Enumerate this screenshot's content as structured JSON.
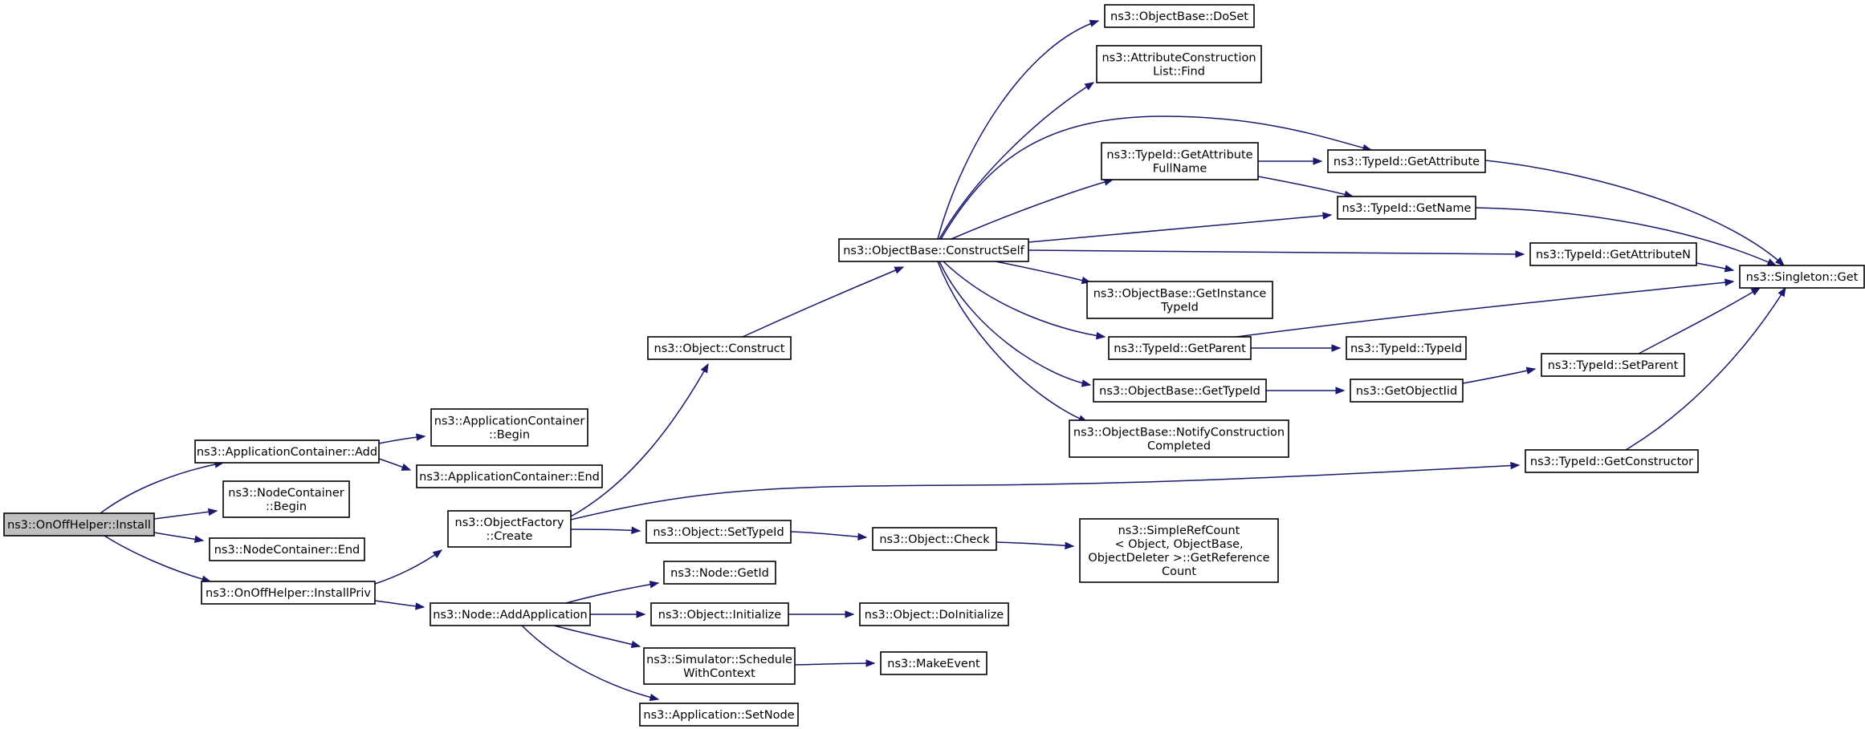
{
  "diagram": {
    "type": "call-graph",
    "colors": {
      "edge": "#191970",
      "root_fill": "#bfbfbf",
      "node_fill": "#ffffff",
      "node_border": "#000000"
    },
    "nodes": [
      {
        "id": "install",
        "lines": [
          "ns3::OnOffHelper::Install"
        ],
        "root": true
      },
      {
        "id": "appc_add",
        "lines": [
          "ns3::ApplicationContainer::Add"
        ]
      },
      {
        "id": "nodec_begin",
        "lines": [
          "ns3::NodeContainer",
          "::Begin"
        ]
      },
      {
        "id": "nodec_end",
        "lines": [
          "ns3::NodeContainer::End"
        ]
      },
      {
        "id": "install_priv",
        "lines": [
          "ns3::OnOffHelper::InstallPriv"
        ]
      },
      {
        "id": "appc_begin",
        "lines": [
          "ns3::ApplicationContainer",
          "::Begin"
        ]
      },
      {
        "id": "appc_end",
        "lines": [
          "ns3::ApplicationContainer::End"
        ]
      },
      {
        "id": "of_create",
        "lines": [
          "ns3::ObjectFactory",
          "::Create"
        ]
      },
      {
        "id": "node_addapp",
        "lines": [
          "ns3::Node::AddApplication"
        ]
      },
      {
        "id": "obj_construct",
        "lines": [
          "ns3::Object::Construct"
        ]
      },
      {
        "id": "obj_settypeid",
        "lines": [
          "ns3::Object::SetTypeId"
        ]
      },
      {
        "id": "node_getid",
        "lines": [
          "ns3::Node::GetId"
        ]
      },
      {
        "id": "obj_init",
        "lines": [
          "ns3::Object::Initialize"
        ]
      },
      {
        "id": "sim_schedule",
        "lines": [
          "ns3::Simulator::Schedule",
          "WithContext"
        ]
      },
      {
        "id": "app_setnode",
        "lines": [
          "ns3::Application::SetNode"
        ]
      },
      {
        "id": "ob_construct",
        "lines": [
          "ns3::ObjectBase::ConstructSelf"
        ]
      },
      {
        "id": "obj_check",
        "lines": [
          "ns3::Object::Check"
        ]
      },
      {
        "id": "obj_doinit",
        "lines": [
          "ns3::Object::DoInitialize"
        ]
      },
      {
        "id": "make_event",
        "lines": [
          "ns3::MakeEvent"
        ]
      },
      {
        "id": "ob_doset",
        "lines": [
          "ns3::ObjectBase::DoSet"
        ]
      },
      {
        "id": "acl_find",
        "lines": [
          "ns3::AttributeConstruction",
          "List::Find"
        ]
      },
      {
        "id": "tid_getattrfull",
        "lines": [
          "ns3::TypeId::GetAttribute",
          "FullName"
        ]
      },
      {
        "id": "ob_getinst",
        "lines": [
          "ns3::ObjectBase::GetInstance",
          "TypeId"
        ]
      },
      {
        "id": "tid_getparent",
        "lines": [
          "ns3::TypeId::GetParent"
        ]
      },
      {
        "id": "ob_gettypeid",
        "lines": [
          "ns3::ObjectBase::GetTypeId"
        ]
      },
      {
        "id": "ob_notify",
        "lines": [
          "ns3::ObjectBase::NotifyConstruction",
          "Completed"
        ]
      },
      {
        "id": "simplerefcount",
        "lines": [
          "ns3::SimpleRefCount",
          "< Object, ObjectBase,",
          " ObjectDeleter >::GetReference",
          "Count"
        ]
      },
      {
        "id": "tid_getattr",
        "lines": [
          "ns3::TypeId::GetAttribute"
        ]
      },
      {
        "id": "tid_getname",
        "lines": [
          "ns3::TypeId::GetName"
        ]
      },
      {
        "id": "tid_typeid",
        "lines": [
          "ns3::TypeId::TypeId"
        ]
      },
      {
        "id": "getobjectiid",
        "lines": [
          "ns3::GetObjectIid"
        ]
      },
      {
        "id": "tid_getattrn",
        "lines": [
          "ns3::TypeId::GetAttributeN"
        ]
      },
      {
        "id": "tid_setparent",
        "lines": [
          "ns3::TypeId::SetParent"
        ]
      },
      {
        "id": "tid_getctor",
        "lines": [
          "ns3::TypeId::GetConstructor"
        ]
      },
      {
        "id": "singleton_get",
        "lines": [
          "ns3::Singleton::Get"
        ]
      }
    ],
    "edges": [
      [
        "install",
        "appc_add"
      ],
      [
        "install",
        "nodec_begin"
      ],
      [
        "install",
        "nodec_end"
      ],
      [
        "install",
        "install_priv"
      ],
      [
        "appc_add",
        "appc_begin"
      ],
      [
        "appc_add",
        "appc_end"
      ],
      [
        "install_priv",
        "of_create"
      ],
      [
        "install_priv",
        "node_addapp"
      ],
      [
        "of_create",
        "obj_construct"
      ],
      [
        "of_create",
        "obj_settypeid"
      ],
      [
        "of_create",
        "tid_getctor"
      ],
      [
        "obj_construct",
        "ob_construct"
      ],
      [
        "obj_settypeid",
        "obj_check"
      ],
      [
        "obj_check",
        "simplerefcount"
      ],
      [
        "node_addapp",
        "node_getid"
      ],
      [
        "node_addapp",
        "obj_init"
      ],
      [
        "node_addapp",
        "sim_schedule"
      ],
      [
        "node_addapp",
        "app_setnode"
      ],
      [
        "obj_init",
        "obj_doinit"
      ],
      [
        "sim_schedule",
        "make_event"
      ],
      [
        "ob_construct",
        "ob_doset"
      ],
      [
        "ob_construct",
        "acl_find"
      ],
      [
        "ob_construct",
        "tid_getattr"
      ],
      [
        "ob_construct",
        "tid_getattrfull"
      ],
      [
        "ob_construct",
        "tid_getname"
      ],
      [
        "ob_construct",
        "tid_getattrn"
      ],
      [
        "ob_construct",
        "ob_getinst"
      ],
      [
        "ob_construct",
        "tid_getparent"
      ],
      [
        "ob_construct",
        "ob_gettypeid"
      ],
      [
        "ob_construct",
        "ob_notify"
      ],
      [
        "tid_getattrfull",
        "tid_getattr"
      ],
      [
        "tid_getattrfull",
        "tid_getname"
      ],
      [
        "tid_getattr",
        "singleton_get"
      ],
      [
        "tid_getname",
        "singleton_get"
      ],
      [
        "tid_getattrn",
        "singleton_get"
      ],
      [
        "tid_getparent",
        "singleton_get"
      ],
      [
        "tid_getparent",
        "tid_typeid"
      ],
      [
        "ob_gettypeid",
        "getobjectiid"
      ],
      [
        "getobjectiid",
        "tid_setparent"
      ],
      [
        "tid_setparent",
        "singleton_get"
      ],
      [
        "tid_getctor",
        "singleton_get"
      ]
    ]
  }
}
